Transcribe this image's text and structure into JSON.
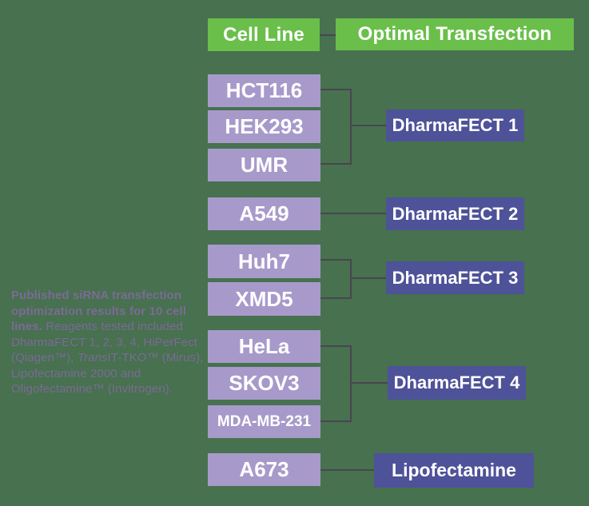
{
  "header": {
    "cell_line_label": "Cell Line",
    "optimal_label": "Optimal Transfection"
  },
  "groups": [
    {
      "cell_lines": [
        "HCT116",
        "HEK293",
        "UMR"
      ],
      "reagent": "DharmaFECT 1"
    },
    {
      "cell_lines": [
        "A549"
      ],
      "reagent": "DharmaFECT 2"
    },
    {
      "cell_lines": [
        "Huh7",
        "XMD5"
      ],
      "reagent": "DharmaFECT 3"
    },
    {
      "cell_lines": [
        "HeLa",
        "SKOV3",
        "MDA-MB-231"
      ],
      "reagent": "DharmaFECT 4"
    },
    {
      "cell_lines": [
        "A673"
      ],
      "reagent": "Lipofectamine"
    }
  ],
  "caption": {
    "bold_text": "Published siRNA transfection optimization results for 10 cell lines.",
    "text_after_bold": " Reagents tested included DharmaFECT 1, 2, 3, 4, HiPerFect (Qiagen™), ",
    "italic_text": "Trans",
    "text_end": "IT-TKO™ (Mirus), Lipofectamine 2000 and Oligofectamine™ (Invitrogen)."
  },
  "colors": {
    "page_background": "#47714f",
    "green_box": "#6abf4b",
    "cell_box": "#a79aca",
    "reagent_box": "#4e5298",
    "connector": "#4a4550",
    "caption_text": "#7c6a96",
    "label_text": "#ffffff"
  }
}
